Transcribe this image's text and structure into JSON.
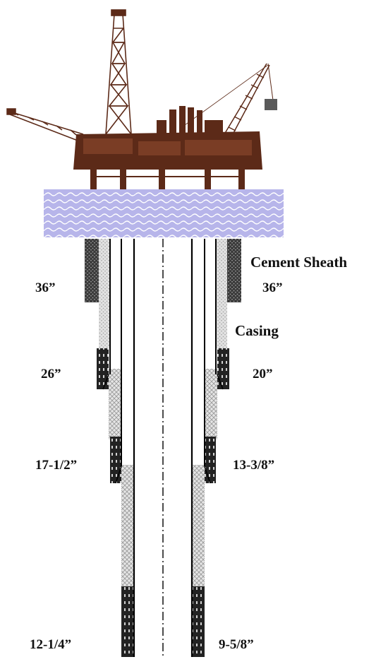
{
  "labels": {
    "cement_sheath": "Cement Sheath",
    "casing": "Casing"
  },
  "left_sizes": [
    "36”",
    "26”",
    "17-1/2”",
    "12-1/4”"
  ],
  "right_sizes": [
    "36”",
    "20”",
    "13-3/8”",
    "9-5/8”"
  ],
  "colors": {
    "rig": "#5c2a18",
    "sea": "#b7b5ea",
    "sea_wave": "#ffffff",
    "cement_dark": "#3a3a3a",
    "cement_light": "#d9d9d9",
    "casing_line": "#000000"
  }
}
